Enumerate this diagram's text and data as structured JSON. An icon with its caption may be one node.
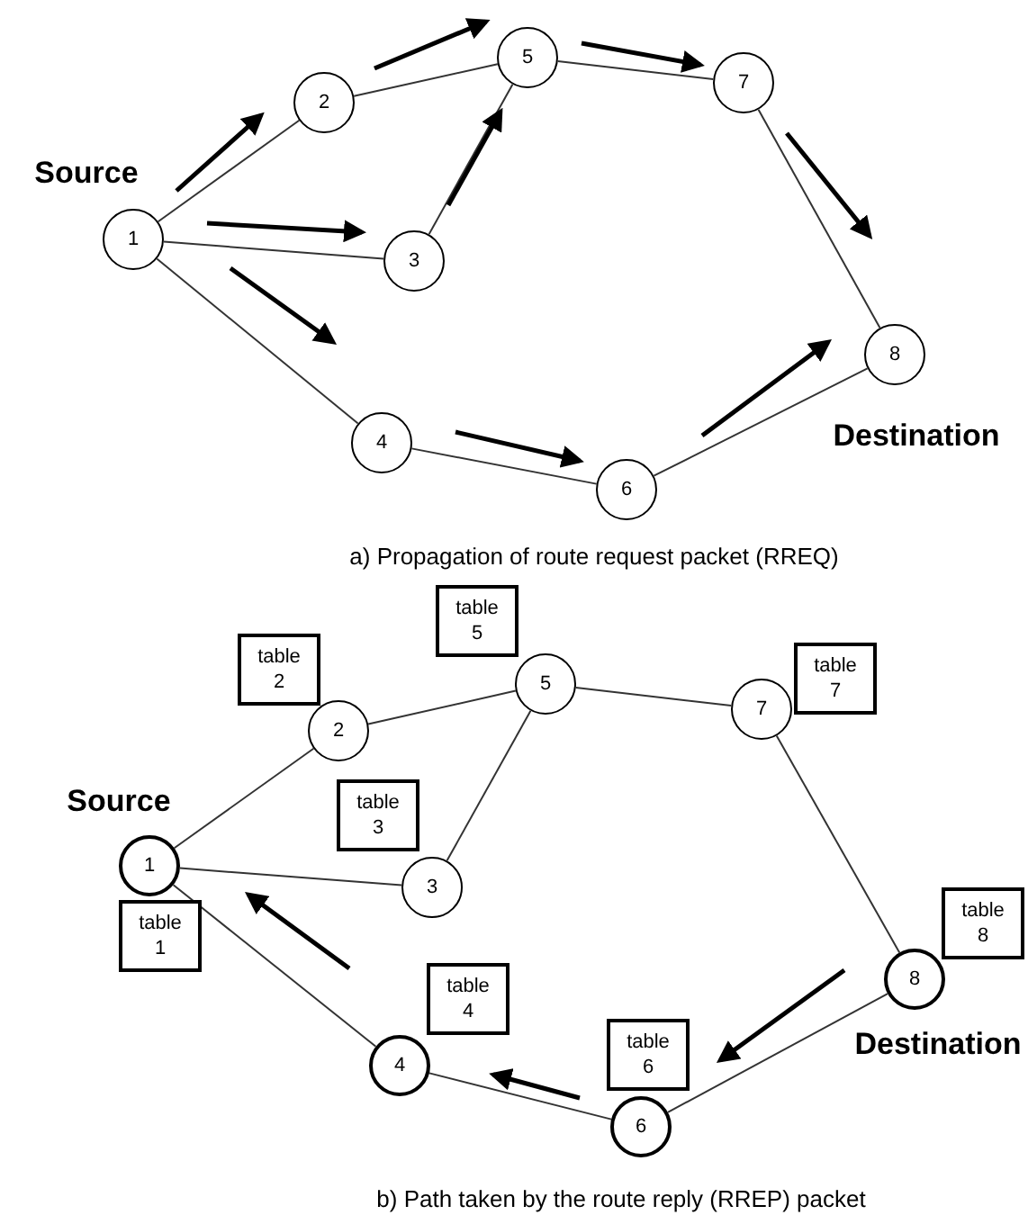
{
  "diagram": {
    "nodes": [
      {
        "text": [
          "1"
        ],
        "beside": [
          "Source"
        ]
      },
      {
        "text": [
          "2"
        ]
      },
      {
        "text": [
          "3"
        ]
      },
      {
        "text": [
          "4"
        ]
      },
      {
        "text": [
          "5"
        ]
      },
      {
        "text": [
          "6"
        ]
      },
      {
        "text": [
          "7"
        ]
      },
      {
        "text": [
          "8"
        ],
        "beside": [
          "Destination"
        ]
      },
      {
        "text": [
          "1"
        ],
        "beside": [
          "Source"
        ]
      },
      {
        "text": [
          "2"
        ]
      },
      {
        "text": [
          "3"
        ]
      },
      {
        "text": [
          "4"
        ]
      },
      {
        "text": [
          "5"
        ]
      },
      {
        "text": [
          "6"
        ]
      },
      {
        "text": [
          "7"
        ]
      },
      {
        "text": [
          "8"
        ],
        "beside": [
          "Destination"
        ]
      },
      {
        "text": [
          "table 1"
        ]
      },
      {
        "text": [
          "table 2"
        ]
      },
      {
        "text": [
          "table 3"
        ]
      },
      {
        "text": [
          "table 4"
        ]
      },
      {
        "text": [
          "table 5"
        ]
      },
      {
        "text": [
          "table 6"
        ]
      },
      {
        "text": [
          "table 7"
        ]
      },
      {
        "text": [
          "table 8"
        ]
      }
    ],
    "edges": [
      {
        "from": 0,
        "to": 1,
        "arrow": "none"
      },
      {
        "from": 0,
        "to": 2,
        "arrow": "none"
      },
      {
        "from": 0,
        "to": 3,
        "arrow": "none"
      },
      {
        "from": 1,
        "to": 4,
        "arrow": "none"
      },
      {
        "from": 2,
        "to": 4,
        "arrow": "none"
      },
      {
        "from": 4,
        "to": 6,
        "arrow": "none"
      },
      {
        "from": 6,
        "to": 7,
        "arrow": "none"
      },
      {
        "from": 3,
        "to": 5,
        "arrow": "none"
      },
      {
        "from": 5,
        "to": 7,
        "arrow": "none"
      },
      {
        "from": 8,
        "to": 9,
        "arrow": "none"
      },
      {
        "from": 8,
        "to": 10,
        "arrow": "none"
      },
      {
        "from": 8,
        "to": 11,
        "arrow": "none"
      },
      {
        "from": 9,
        "to": 12,
        "arrow": "none"
      },
      {
        "from": 10,
        "to": 12,
        "arrow": "none"
      },
      {
        "from": 12,
        "to": 14,
        "arrow": "none"
      },
      {
        "from": 14,
        "to": 15,
        "arrow": "none"
      },
      {
        "from": 11,
        "to": 13,
        "arrow": "none"
      },
      {
        "from": 13,
        "to": 15,
        "arrow": "none"
      }
    ],
    "labels": [
      "a) Propagation of route request packet (RREQ)",
      "b) Path taken by the route reply (RREP) packet"
    ]
  }
}
